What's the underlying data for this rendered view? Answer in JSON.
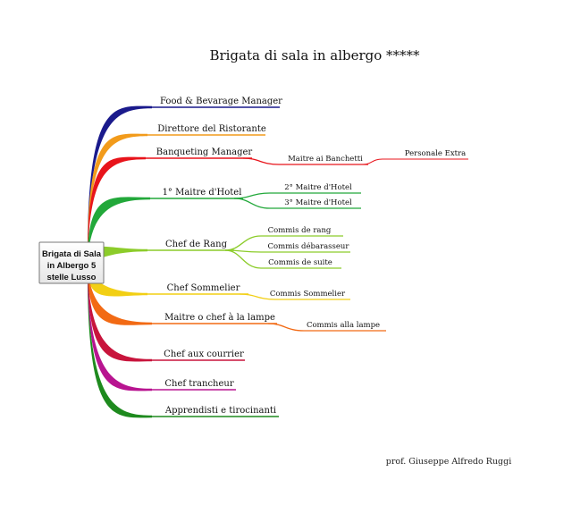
{
  "title": "Brigata di sala in albergo *****",
  "credit": "prof. Giuseppe Alfredo Ruggi",
  "root": {
    "lines": [
      "Brigata di Sala",
      "in Albergo 5",
      "stelle Lusso"
    ]
  },
  "branches": [
    {
      "label": "Food & Bevarage Manager",
      "color": "#1a1a8c",
      "children": []
    },
    {
      "label": "Direttore del Ristorante",
      "color": "#f29b1b",
      "children": []
    },
    {
      "label": "Banqueting Manager",
      "color": "#e8141b",
      "children": [
        {
          "label": "Maitre ai Banchetti",
          "children": [
            {
              "label": "Personale Extra"
            }
          ]
        }
      ]
    },
    {
      "label": "1° Maitre d'Hotel",
      "color": "#22a83a",
      "children": [
        {
          "label": "2° Maitre d'Hotel",
          "children": []
        },
        {
          "label": "3° Maitre d'Hotel",
          "children": []
        }
      ]
    },
    {
      "label": "Chef de Rang",
      "color": "#8ccc2a",
      "children": [
        {
          "label": "Commis de rang",
          "children": []
        },
        {
          "label": "Commis débarasseur",
          "children": []
        },
        {
          "label": "Commis de suite",
          "children": []
        }
      ]
    },
    {
      "label": "Chef Sommelier",
      "color": "#f2cf14",
      "children": [
        {
          "label": "Commis Sommelier",
          "children": []
        }
      ]
    },
    {
      "label": "Maitre o chef à la lampe",
      "color": "#f26a14",
      "children": [
        {
          "label": "Commis alla lampe",
          "children": []
        }
      ]
    },
    {
      "label": "Chef aux courrier",
      "color": "#c8143c",
      "children": []
    },
    {
      "label": "Chef trancheur",
      "color": "#b81490",
      "children": []
    },
    {
      "label": "Apprendisti e tirocinanti",
      "color": "#1e8a1e",
      "children": []
    }
  ]
}
